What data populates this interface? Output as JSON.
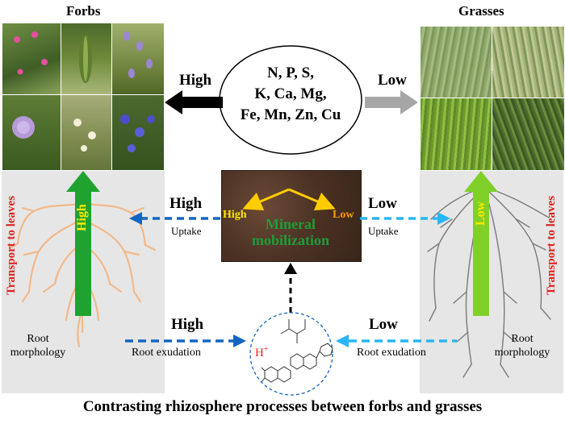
{
  "forbs": {
    "title": "Forbs",
    "flux_level": "High",
    "transport_label": "Transport to leaves",
    "arrow_level": "High",
    "uptake_level": "High",
    "uptake_label": "Uptake",
    "exudation_level": "High",
    "exudation_label": "Root exudation",
    "morphology_label_1": "Root",
    "morphology_label_2": "morphology",
    "root_color": "#f2b98a",
    "arrow_color": "#1fa22f"
  },
  "grasses": {
    "title": "Grasses",
    "flux_level": "Low",
    "transport_label": "Transport to leaves",
    "arrow_level": "Low",
    "uptake_level": "Low",
    "uptake_label": "Uptake",
    "exudation_level": "Low",
    "exudation_label": "Root exudation",
    "morphology_label_1": "Root",
    "morphology_label_2": "morphology",
    "root_color": "#7a7a7a",
    "arrow_color": "#7fd12a"
  },
  "nutrients": {
    "line1": "N, P, S,",
    "line2": "K, Ca, Mg,",
    "line3": "Fe, Mn, Zn, Cu"
  },
  "soil": {
    "high": "High",
    "low": "Low",
    "label_line1": "Mineral",
    "label_line2": "mobilization",
    "text_color": "#1e9c3a"
  },
  "exudate": {
    "proton": "H",
    "proton_sup": "+",
    "proton_color": "#e8202a"
  },
  "caption": "Contrasting rhizosphere processes between forbs and grasses",
  "colors": {
    "high_arrow": "#1565c0",
    "low_arrow": "#29b6f6",
    "transport_text": "#e02020",
    "level_text": "#ffe800"
  }
}
